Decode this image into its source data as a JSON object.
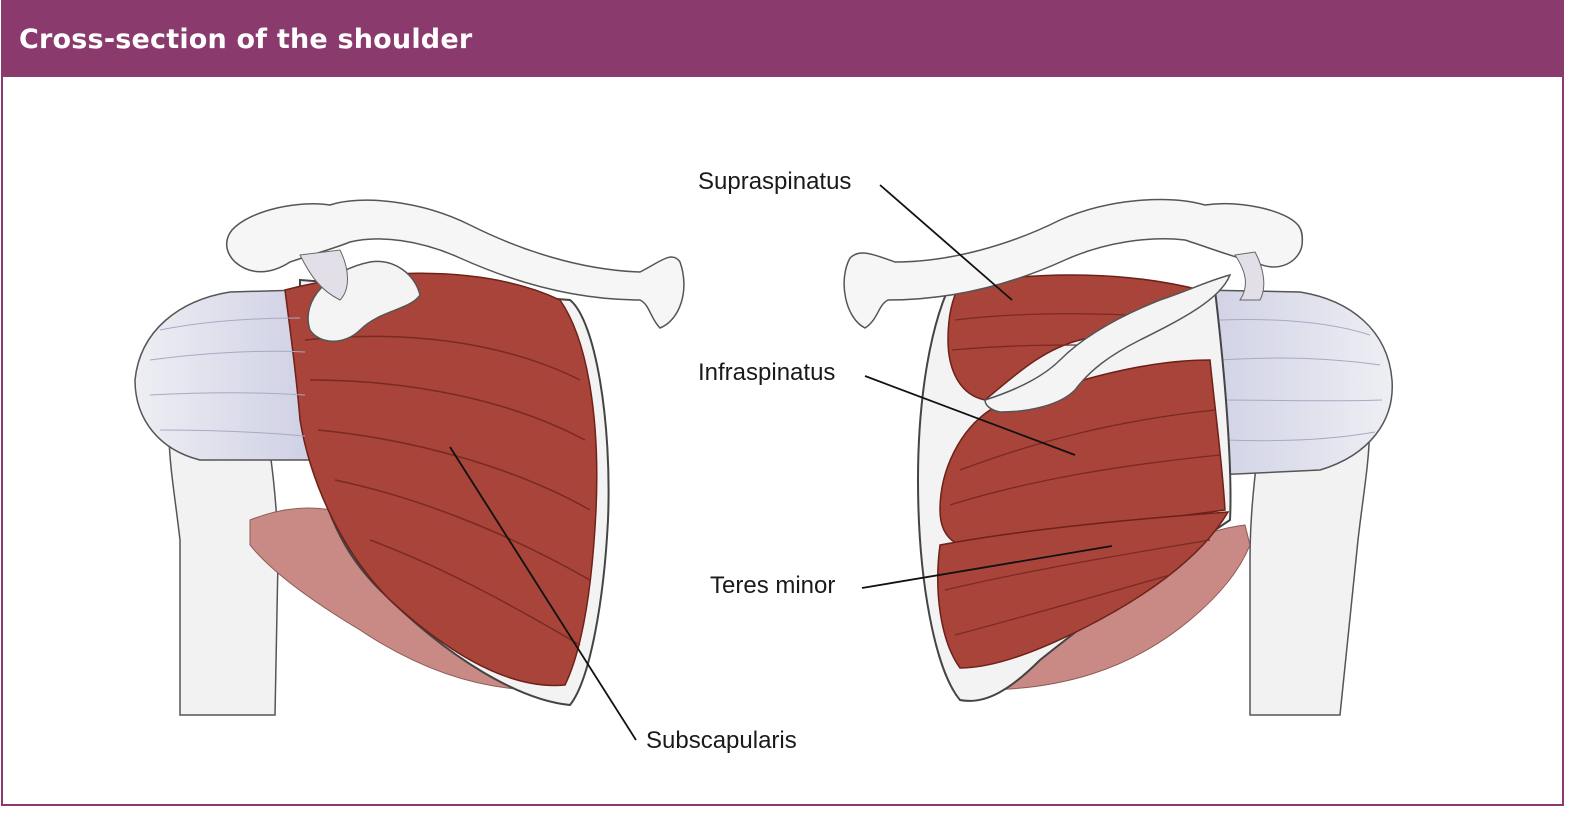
{
  "header": {
    "title": "Cross-section of the shoulder"
  },
  "labels": {
    "supraspinatus": "Supraspinatus",
    "infraspinatus": "Infraspinatus",
    "teres_minor": "Teres minor",
    "subscapularis": "Subscapularis"
  },
  "colors": {
    "header": "#8a3a6c",
    "muscle": "#a8443a",
    "muscle_dark": "#8e3128",
    "tendon": "#dcdcea",
    "bone": "#f4f4f4",
    "teres_major": "#c98a86"
  }
}
